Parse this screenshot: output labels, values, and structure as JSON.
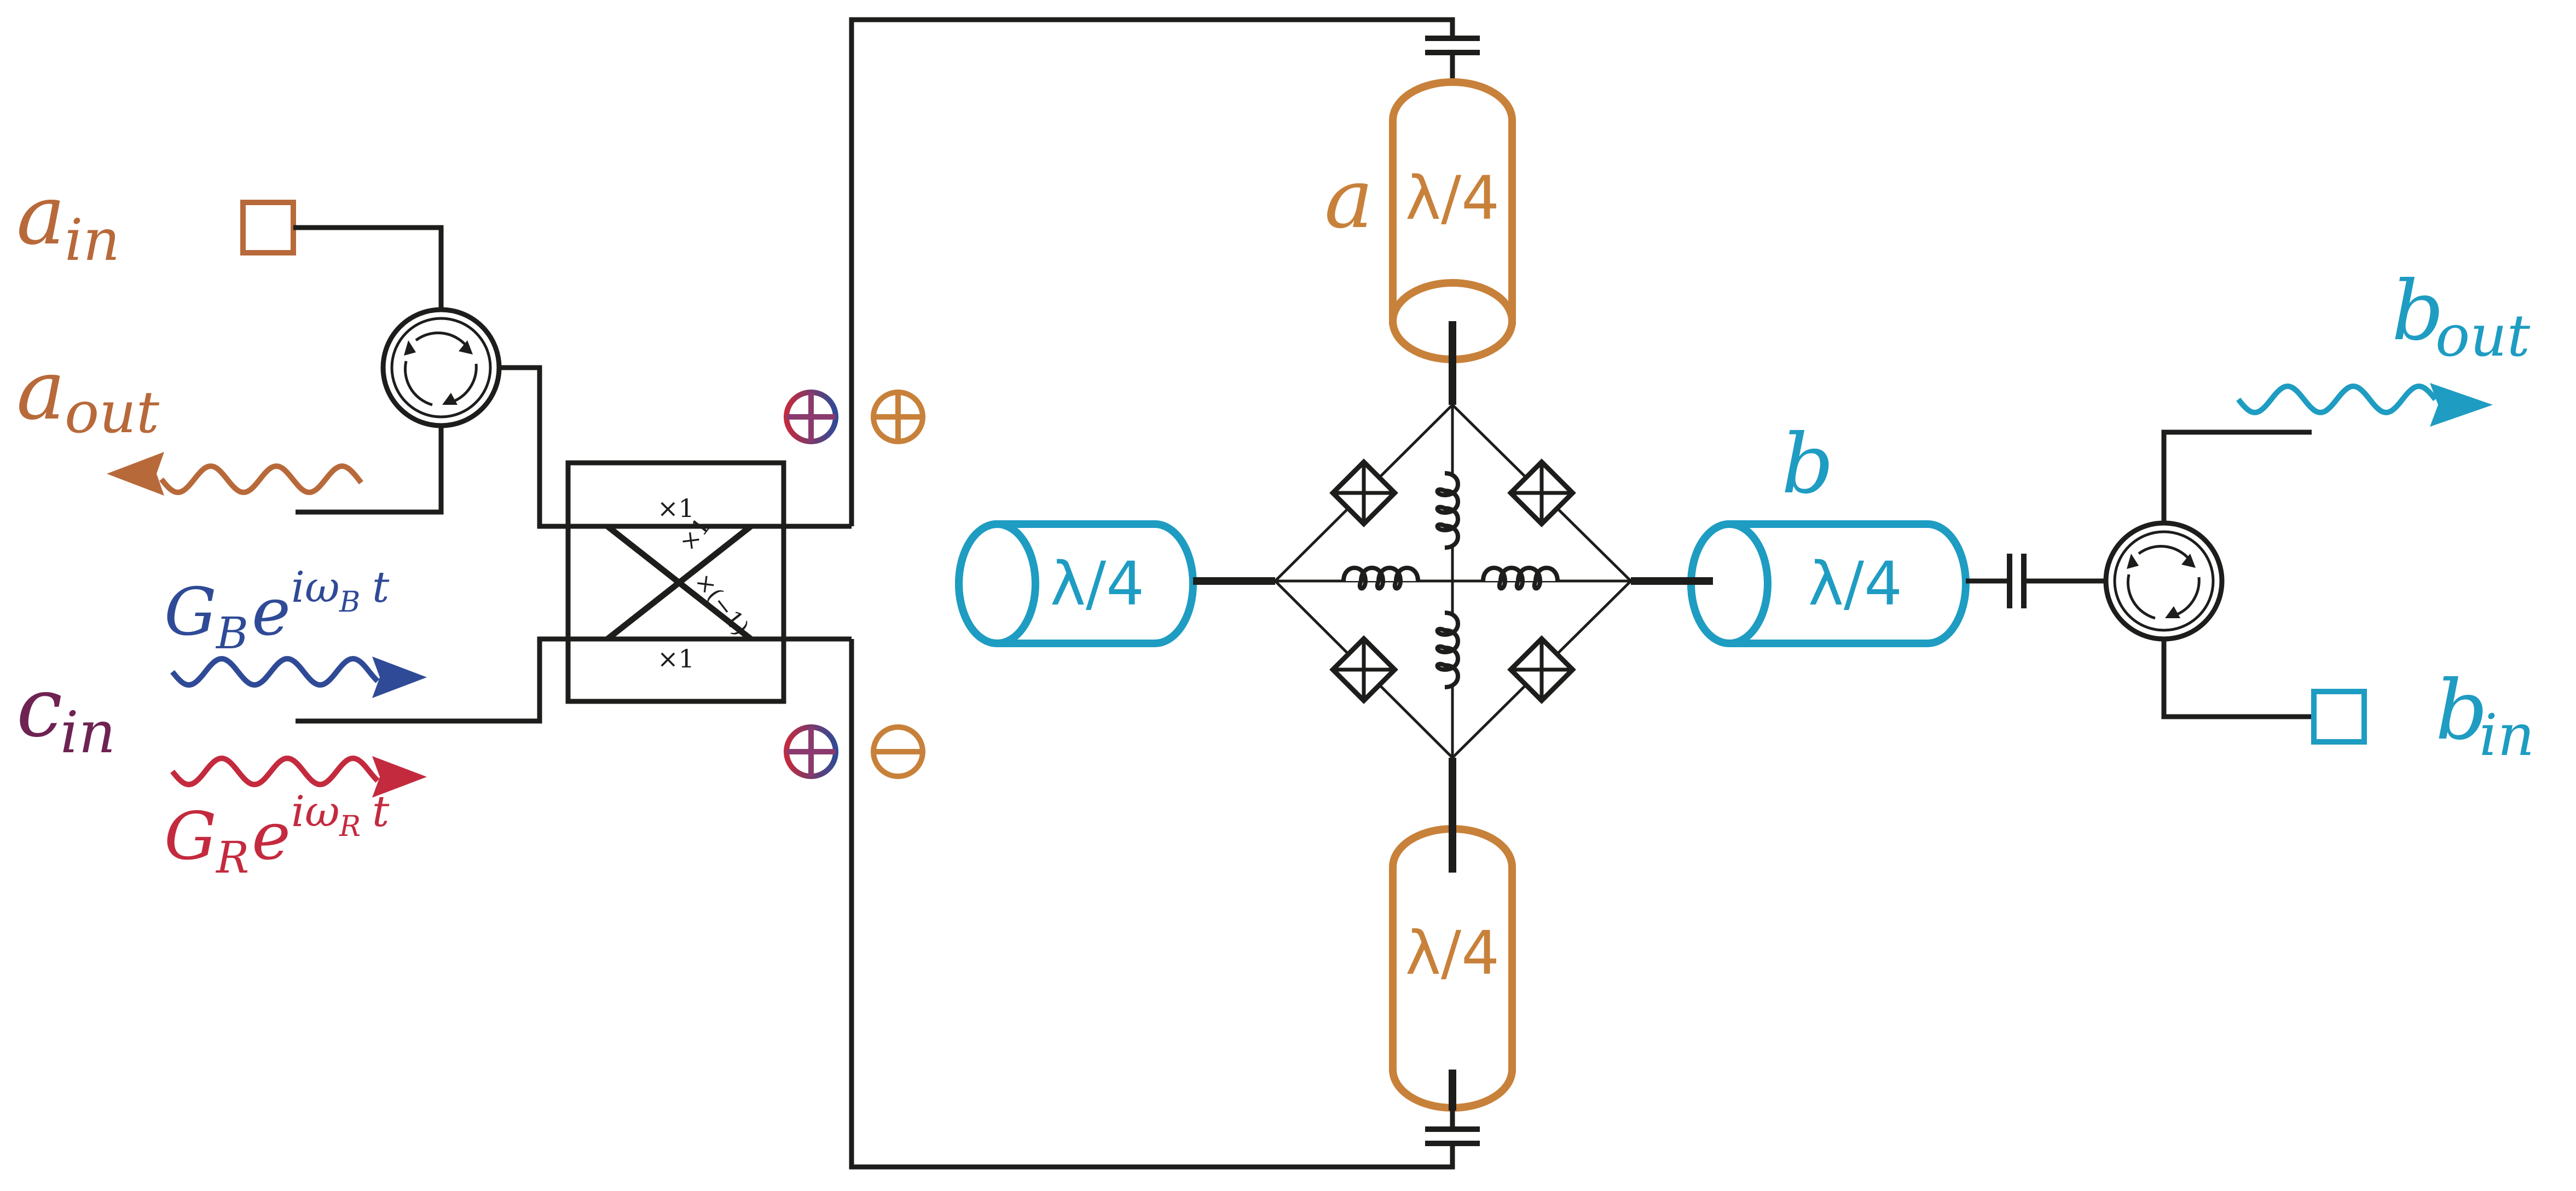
{
  "colors": {
    "mode_a": "#c8813a",
    "mode_a_dark": "#b8693a",
    "mode_b": "#1e9cc2",
    "mode_c": "#6e2352",
    "blue_drive": "#2f4a96",
    "red_drive": "#c42a3e",
    "line": "#1d1d1b",
    "sign_purple": "#8a3a6e"
  },
  "labels": {
    "a_in": {
      "base": "a",
      "sub": "in"
    },
    "a_out": {
      "base": "a",
      "sub": "out"
    },
    "c_in": {
      "base": "c",
      "sub": "in"
    },
    "b_in": {
      "base": "b",
      "sub": "in"
    },
    "b_out": {
      "base": "b",
      "sub": "out"
    },
    "mode_a": "a",
    "mode_b": "b",
    "drive_blue": {
      "base": "G",
      "sub": "B",
      "e": "e",
      "exp": "iω",
      "exp_sub": "B",
      "t": "t"
    },
    "drive_red": {
      "base": "G",
      "sub": "R",
      "e": "e",
      "exp": "iω",
      "exp_sub": "R",
      "t": "t"
    }
  },
  "resonator_label": "λ/4",
  "hybrid": {
    "top": "×1",
    "bottom": "×1",
    "cross_up": "×1",
    "cross_down": "×(−1)"
  },
  "signs": {
    "top_left": "⊕",
    "top_right": "⊕",
    "bottom_left": "⊕",
    "bottom_right": "⊖"
  },
  "icons": [
    "circulator-icon",
    "capacitor-icon",
    "inductor-icon",
    "josephson-junction-icon",
    "port-square-icon",
    "wavy-arrow-icon"
  ]
}
